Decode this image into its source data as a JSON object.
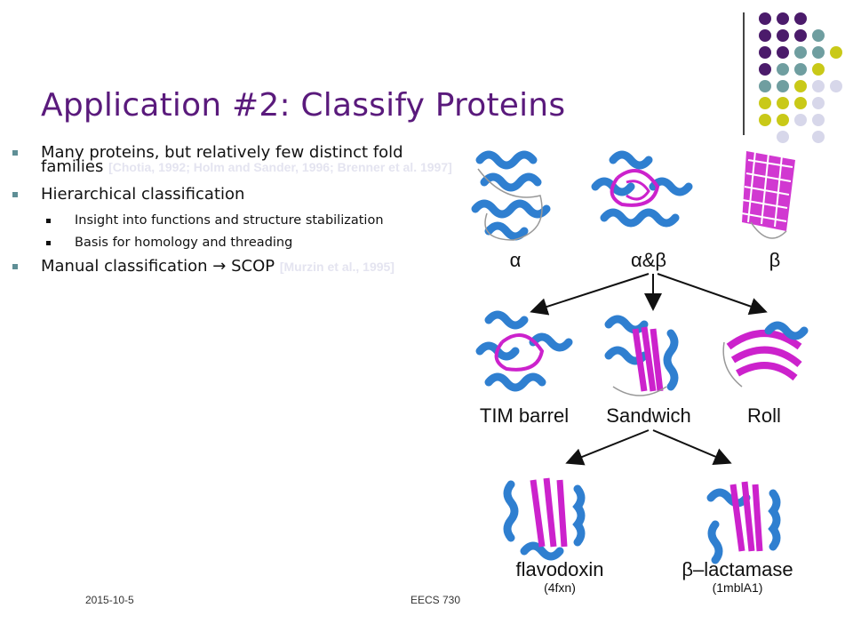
{
  "title": "Application #2: Classify Proteins",
  "bullets": [
    {
      "text": "Many proteins, but relatively few distinct fold families ",
      "cite": "[Chotia, 1992; Holm and Sander, 1996; Brenner et al. 1997]"
    },
    {
      "text": "Hierarchical classification",
      "cite": ""
    },
    {
      "text": "Manual classification → SCOP ",
      "cite": "[Murzin et al., 1995]"
    }
  ],
  "sub_bullets": [
    "Insight into functions and structure stabilization",
    "Basis for homology and threading"
  ],
  "figure": {
    "labels": {
      "alpha": "α",
      "alpha_beta": "α&β",
      "beta": "β",
      "tim_barrel": "TIM barrel",
      "sandwich": "Sandwich",
      "roll": "Roll",
      "flavodoxin": "flavodoxin",
      "flavodoxin_id": "(4fxn)",
      "beta_lactamase": "β–lactamase",
      "beta_lactamase_id": "(1mblA1)"
    }
  },
  "footer": {
    "date": "2015-10-5",
    "course": "EECS 730"
  },
  "colors": {
    "title": "#5a1a7c",
    "helix": "#2f7fd0",
    "strand": "#cc22cc",
    "dot_purple": "#4b1b6b",
    "dot_teal": "#6f9ea0",
    "dot_olive": "#c9c918",
    "dot_lavender": "#d7d7ea"
  }
}
